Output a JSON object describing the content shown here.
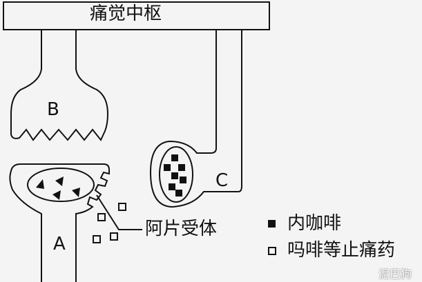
{
  "title": "痛觉中枢",
  "labels": {
    "B": "B",
    "A": "A",
    "C": "C",
    "receptor": "阿片受体"
  },
  "legend": [
    {
      "symbol": "filled-square",
      "label": "内咖啡"
    },
    {
      "symbol": "open-square",
      "label": "吗啡等止痛药"
    }
  ],
  "watermark": "泥巴狗"
}
